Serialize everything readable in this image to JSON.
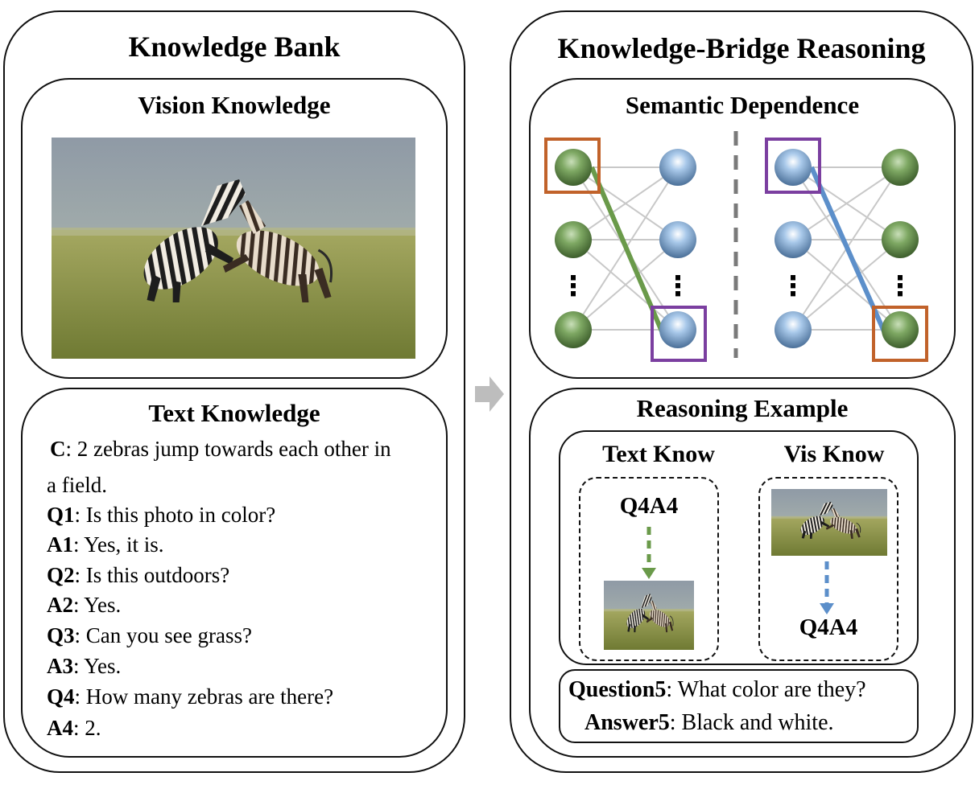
{
  "left_panel": {
    "title": "Knowledge Bank",
    "vision": {
      "title": "Vision Knowledge"
    },
    "text": {
      "title": "Text Knowledge",
      "lines": [
        {
          "key": "C",
          "value": ": 2 zebras jump towards each other in"
        },
        {
          "key": "",
          "value": "a field."
        },
        {
          "key": "Q1",
          "value": ": Is this photo in color?"
        },
        {
          "key": "A1",
          "value": ": Yes, it is."
        },
        {
          "key": "Q2",
          "value": ": Is this outdoors?"
        },
        {
          "key": "A2",
          "value": ": Yes."
        },
        {
          "key": "Q3",
          "value": ": Can you see grass?"
        },
        {
          "key": "A3",
          "value": ": Yes."
        },
        {
          "key": "Q4",
          "value": ": How many zebras are there?"
        },
        {
          "key": "A4",
          "value": ": 2."
        }
      ]
    }
  },
  "right_panel": {
    "title": "Knowledge-Bridge Reasoning",
    "semantic": {
      "title": "Semantic Dependence",
      "dots": "⋮",
      "colors": {
        "text_node": "#6e9b57",
        "vision_node": "#8fb7e0",
        "text_highlight": "#c1622a",
        "vision_highlight": "#7b3fa0",
        "green_link": "#6a9a4a",
        "blue_link": "#5c8fca"
      }
    },
    "example": {
      "title": "Reasoning Example",
      "text_know": {
        "label": "Text Know",
        "qa": "Q4A4"
      },
      "vis_know": {
        "label": "Vis Know",
        "qa": "Q4A4"
      },
      "question": {
        "key": "Question5",
        "value": ": What color are they?"
      },
      "answer": {
        "key": "Answer5",
        "value": ": Black and white."
      }
    }
  }
}
